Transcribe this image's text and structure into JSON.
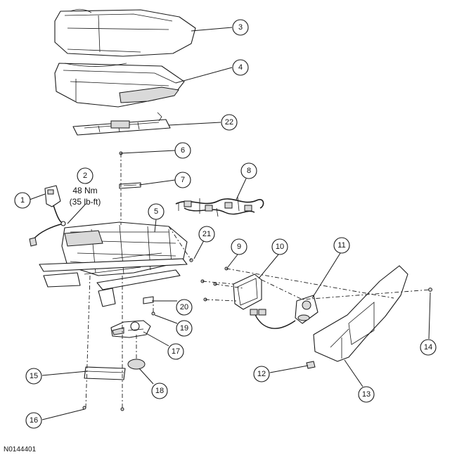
{
  "figure_id": "N0144401",
  "torque": {
    "metric": "48 Nm",
    "imperial": "(35 lb-ft)"
  },
  "callouts": [
    "1",
    "2",
    "3",
    "4",
    "5",
    "6",
    "7",
    "8",
    "9",
    "10",
    "11",
    "12",
    "13",
    "14",
    "15",
    "16",
    "17",
    "18",
    "19",
    "20",
    "21",
    "22"
  ]
}
